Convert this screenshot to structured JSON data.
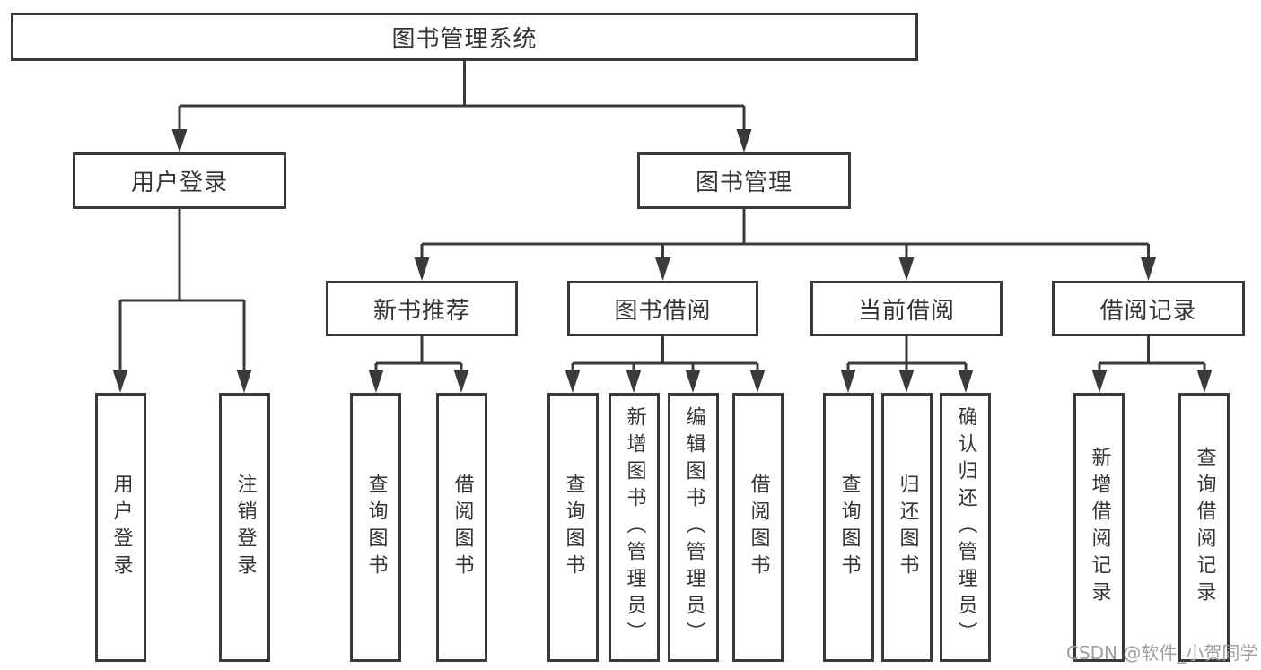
{
  "diagram": {
    "type": "hierarchy-tree",
    "title": "图书管理系统",
    "watermark": "CSDN @软件_小贺同学",
    "colors": {
      "line": "#3a3a3a",
      "box_border": "#3a3a3a",
      "text": "#353535",
      "watermark": "#9e9e9e",
      "background": "#ffffff"
    },
    "nodes": {
      "root": {
        "label": "图书管理系统"
      },
      "user_login": {
        "label": "用户登录"
      },
      "book_mgmt": {
        "label": "图书管理"
      },
      "new_books": {
        "label": "新书推荐"
      },
      "book_borrow": {
        "label": "图书借阅"
      },
      "current_borrow": {
        "label": "当前借阅"
      },
      "borrow_records": {
        "label": "借阅记录"
      },
      "leaf_user_login": {
        "label": "用户登录"
      },
      "leaf_logout": {
        "label": "注销登录"
      },
      "leaf_query_book_nb": {
        "label": "查询图书"
      },
      "leaf_borrow_book_nb": {
        "label": "借阅图书"
      },
      "leaf_query_book_bb": {
        "label": "查询图书"
      },
      "leaf_add_book": {
        "label": "新增图书（管理员）"
      },
      "leaf_edit_book": {
        "label": "编辑图书（管理员）"
      },
      "leaf_borrow_book_bb": {
        "label": "借阅图书"
      },
      "leaf_query_book_cb": {
        "label": "查询图书"
      },
      "leaf_return_book": {
        "label": "归还图书"
      },
      "leaf_confirm_return": {
        "label": "确认归还（管理员）"
      },
      "leaf_add_record": {
        "label": "新增借阅记录"
      },
      "leaf_query_record": {
        "label": "查询借阅记录"
      }
    },
    "edges": [
      [
        "root",
        "user_login"
      ],
      [
        "root",
        "book_mgmt"
      ],
      [
        "user_login",
        "leaf_user_login"
      ],
      [
        "user_login",
        "leaf_logout"
      ],
      [
        "book_mgmt",
        "new_books"
      ],
      [
        "book_mgmt",
        "book_borrow"
      ],
      [
        "book_mgmt",
        "current_borrow"
      ],
      [
        "book_mgmt",
        "borrow_records"
      ],
      [
        "new_books",
        "leaf_query_book_nb"
      ],
      [
        "new_books",
        "leaf_borrow_book_nb"
      ],
      [
        "book_borrow",
        "leaf_query_book_bb"
      ],
      [
        "book_borrow",
        "leaf_add_book"
      ],
      [
        "book_borrow",
        "leaf_edit_book"
      ],
      [
        "book_borrow",
        "leaf_borrow_book_bb"
      ],
      [
        "current_borrow",
        "leaf_query_book_cb"
      ],
      [
        "current_borrow",
        "leaf_return_book"
      ],
      [
        "current_borrow",
        "leaf_confirm_return"
      ],
      [
        "borrow_records",
        "leaf_add_record"
      ],
      [
        "borrow_records",
        "leaf_query_record"
      ]
    ]
  }
}
